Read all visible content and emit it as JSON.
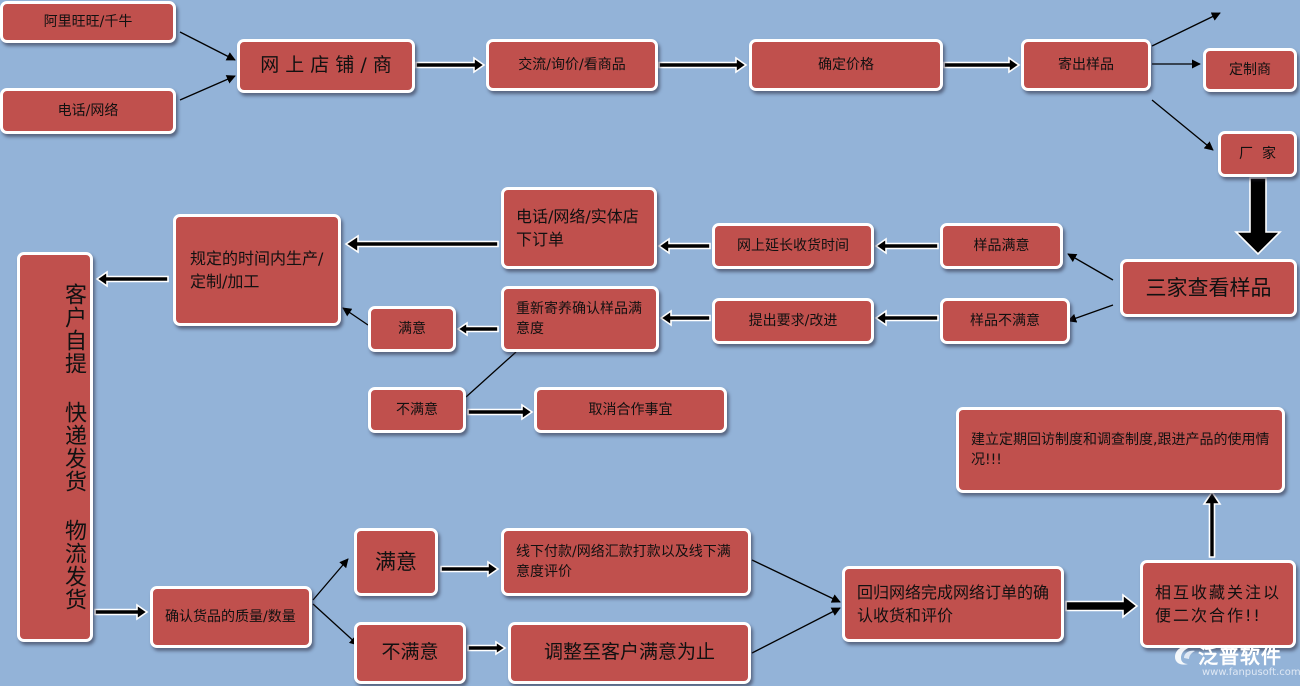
{
  "nodes": {
    "aliwangwang": "阿里旺旺/千牛",
    "phone_network": "电话/网络",
    "online_store": "网 上 店 铺 / 商",
    "exchange": "交流/询价/看商品",
    "confirm_price": "确定价格",
    "send_samples": "寄出样品",
    "custom_maker": "定制商",
    "factory": "厂  家",
    "compare_samples": "三家查看样品",
    "sample_satisfied": "样品满意",
    "sample_unsatisfied": "样品不满意",
    "extend_receipt": "网上延长收货时间",
    "raise_requirements": "提出要求/改进",
    "phone_network_store": "电话/网络/实体店下订单",
    "resend_confirm": "重新寄养确认样品满意度",
    "satisfied_small": "满意",
    "unsatisfied_small": "不满意",
    "cancel": "取消合作事宜",
    "production": "规定的时间内生产/定制/加工",
    "delivery": "客户自提  快递发货  物流发货",
    "confirm_quality": "确认货品的质量/数量",
    "satisfied_big": "满意",
    "unsatisfied_big": "不满意",
    "offline_payment": "线下付款/网络汇款打款以及线下满意度评价",
    "adjust": "调整至客户满意为止",
    "online_complete": "回归网络完成网络订单的确认收货和评价",
    "mutual_favorite": "相互收藏关注以便二次合作!!",
    "followup": "建立定期回访制度和调查制度,跟进产品的使用情况!!!"
  },
  "logo": {
    "brand": "泛普软件",
    "url": "www.fanpusoft.com"
  },
  "colors": {
    "background": "#93b3d8",
    "box": "#c0504d",
    "border": "#ffffff",
    "arrow": "#000000"
  }
}
